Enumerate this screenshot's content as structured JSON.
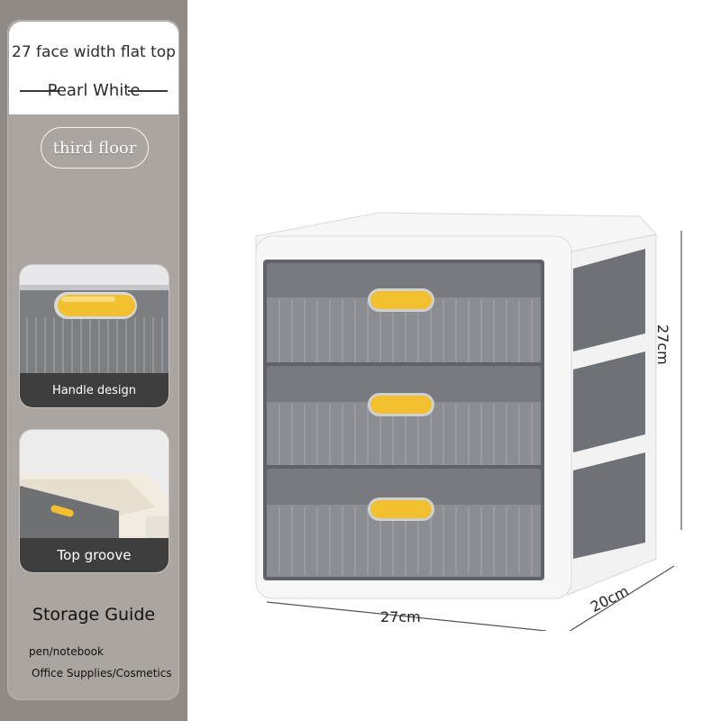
{
  "header": {
    "title": "27 face width flat top",
    "color_name": "Pearl White"
  },
  "variant_pill": "third floor",
  "features": [
    {
      "label": "Handle design"
    },
    {
      "label": "Top groove"
    }
  ],
  "storage_guide": {
    "title": "Storage Guide",
    "items": [
      "pen/notebook",
      "Office Supplies/Cosmetics"
    ]
  },
  "dimensions": {
    "width": "27cm",
    "height": "27cm",
    "depth": "20cm"
  },
  "colors": {
    "sidebar": "#8f8a86",
    "handle": "#f2c02e",
    "drawer": "#6f7175",
    "caption": "#3f3e3e"
  }
}
